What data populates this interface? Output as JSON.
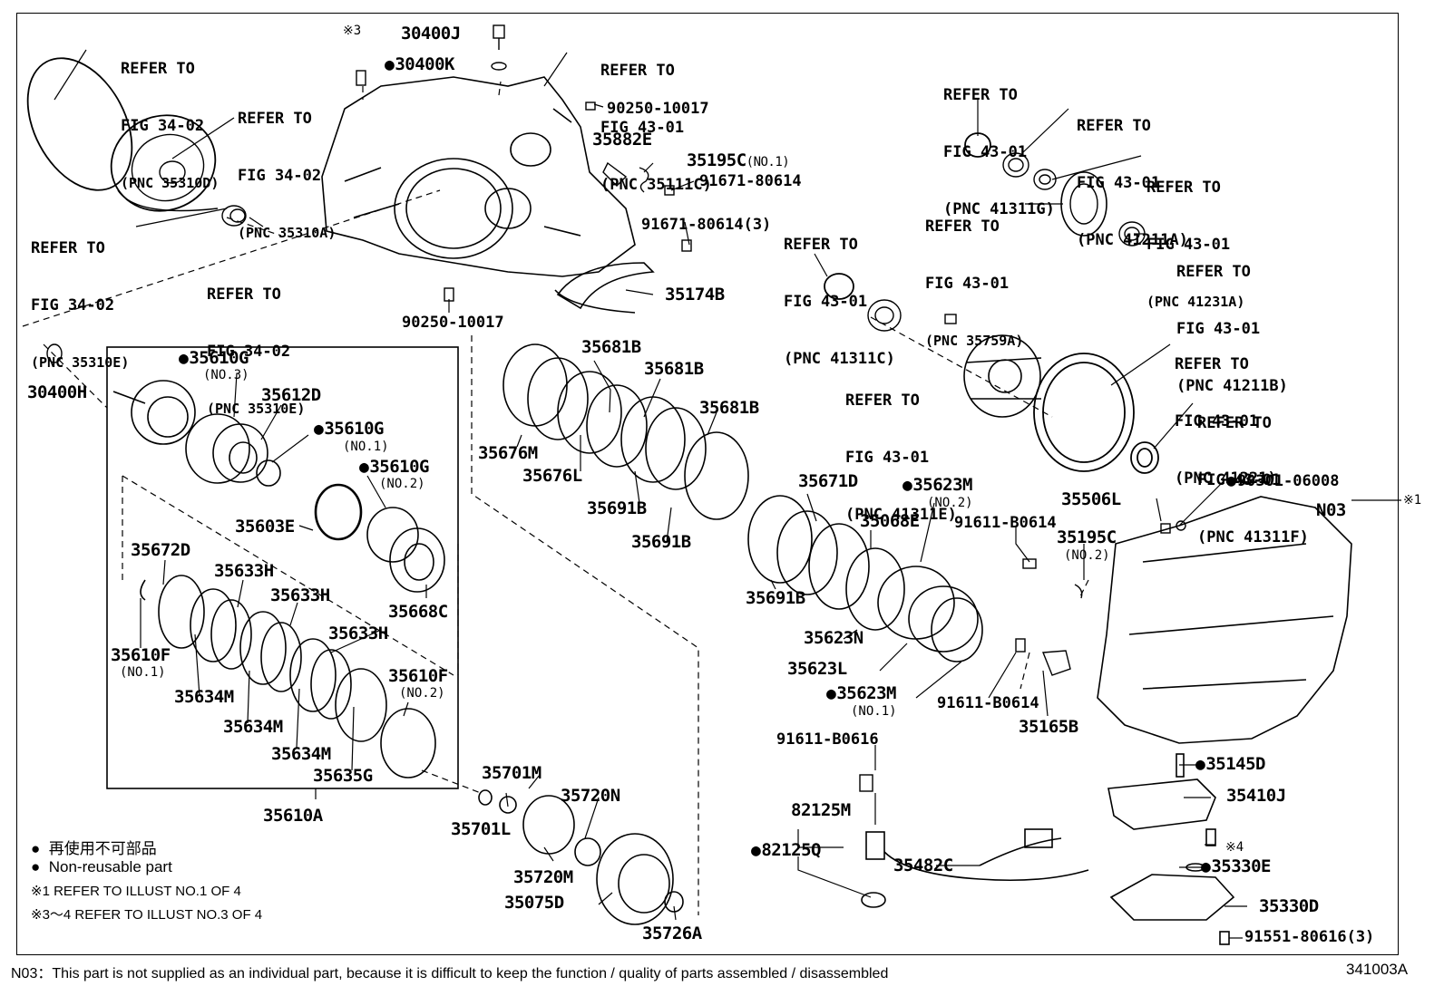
{
  "callouts": {
    "ref_34_02_35310D": [
      "REFER TO",
      "FIG 34-02",
      "(PNC 35310D)"
    ],
    "ref_34_02_35310A": [
      "REFER TO",
      "FIG 34-02",
      "(PNC 35310A)"
    ],
    "ref_34_02_35310E_a": [
      "REFER TO",
      "FIG 34-02",
      "(PNC 35310E)"
    ],
    "ref_34_02_35310E_b": [
      "REFER TO",
      "FIG 34-02",
      "(PNC 35310E)"
    ],
    "ref_43_01_35111C": [
      "REFER TO",
      "FIG 43-01",
      "(PNC 35111C)"
    ],
    "ref_43_01_41311G": [
      "REFER TO",
      "FIG 43-01",
      "(PNC 41311G)"
    ],
    "ref_43_01_41211A": [
      "REFER TO",
      "FIG 43-01",
      "(PNC 41211A)"
    ],
    "ref_43_01_41231A": [
      "REFER TO",
      "FIG 43-01",
      "(PNC 41231A)"
    ],
    "ref_43_01_35759A": [
      "REFER TO",
      "FIG 43-01",
      "(PNC 35759A)"
    ],
    "ref_43_01_41211B": [
      "REFER TO",
      "FIG 43-01",
      "(PNC 41211B)"
    ],
    "ref_43_01_41311C": [
      "REFER TO",
      "FIG 43-01",
      "(PNC 41311C)"
    ],
    "ref_43_01_41311E": [
      "REFER TO",
      "FIG 43-01",
      "(PNC 41311E)"
    ],
    "ref_43_01_41221": [
      "REFER TO",
      "FIG 43-01",
      "(PNC 41221)"
    ],
    "ref_43_01_41311F": [
      "REFER TO",
      "FIG 43-01",
      "(PNC 41311F)"
    ]
  },
  "parts": {
    "p_x3": "※3",
    "p_30400J": "30400J",
    "p_30400K": "30400K",
    "p_90250_a": "90250-10017",
    "p_35882E": "35882E",
    "p_35195C_1": "35195C",
    "p_35195C_1_sub": "(NO.1)",
    "p_91671_a": "91671-80614",
    "p_91671_b": "91671-80614(3)",
    "p_35174B": "35174B",
    "p_90250_b": "90250-10017",
    "p_30400H": "30400H",
    "p_35610G_3": "35610G",
    "p_35610G_3_sub": "(NO.3)",
    "p_35612D": "35612D",
    "p_35610G_1": "35610G",
    "p_35610G_1_sub": "(NO.1)",
    "p_35610G_2": "35610G",
    "p_35610G_2_sub": "(NO.2)",
    "p_35603E": "35603E",
    "p_35668C": "35668C",
    "p_35672D": "35672D",
    "p_35633H_a": "35633H",
    "p_35633H_b": "35633H",
    "p_35633H_c": "35633H",
    "p_35610F_1": "35610F",
    "p_35610F_1_sub": "(NO.1)",
    "p_35610F_2": "35610F",
    "p_35610F_2_sub": "(NO.2)",
    "p_35634M_a": "35634M",
    "p_35634M_b": "35634M",
    "p_35634M_c": "35634M",
    "p_35635G": "35635G",
    "p_35610A": "35610A",
    "p_35681B_a": "35681B",
    "p_35681B_b": "35681B",
    "p_35681B_c": "35681B",
    "p_35676M": "35676M",
    "p_35676L": "35676L",
    "p_35691B_a": "35691B",
    "p_35691B_b": "35691B",
    "p_35671D": "35671D",
    "p_35623M_2": "35623M",
    "p_35623M_2_sub": "(NO.2)",
    "p_35068E": "35068E",
    "p_91611_a": "91611-B0614",
    "p_35195C_2": "35195C",
    "p_35195C_2_sub": "(NO.2)",
    "p_35691B_c": "35691B",
    "p_35623N": "35623N",
    "p_35623L": "35623L",
    "p_35623M_1": "35623M",
    "p_35623M_1_sub": "(NO.1)",
    "p_91611_b": "91611-B0614",
    "p_35165B": "35165B",
    "p_35506L": "35506L",
    "p_90301": "90301-06008",
    "p_N03": "N03",
    "p_x1": "※1",
    "p_91611_c": "91611-B0616",
    "p_82125M": "82125M",
    "p_82125Q": "82125Q",
    "p_35482C": "35482C",
    "p_35145D": "35145D",
    "p_35410J": "35410J",
    "p_x4": "※4",
    "p_35330E": "35330E",
    "p_35330D": "35330D",
    "p_91551": "91551-80616(3)",
    "p_35701M": "35701M",
    "p_35701L": "35701L",
    "p_35720N": "35720N",
    "p_35720M": "35720M",
    "p_35075D": "35075D",
    "p_35726A": "35726A"
  },
  "legend": {
    "jp": "再使用不可部品",
    "en": "Non-reusable part",
    "note1": "※1 REFER TO ILLUST NO.1 OF 4",
    "note2": "※3～4 REFER TO ILLUST NO.3 OF 4"
  },
  "footer": {
    "note": "N03：This part is not supplied as an individual part, because it is difficult to keep the function / quality of parts  assembled / disassembled",
    "code": "341003A"
  }
}
